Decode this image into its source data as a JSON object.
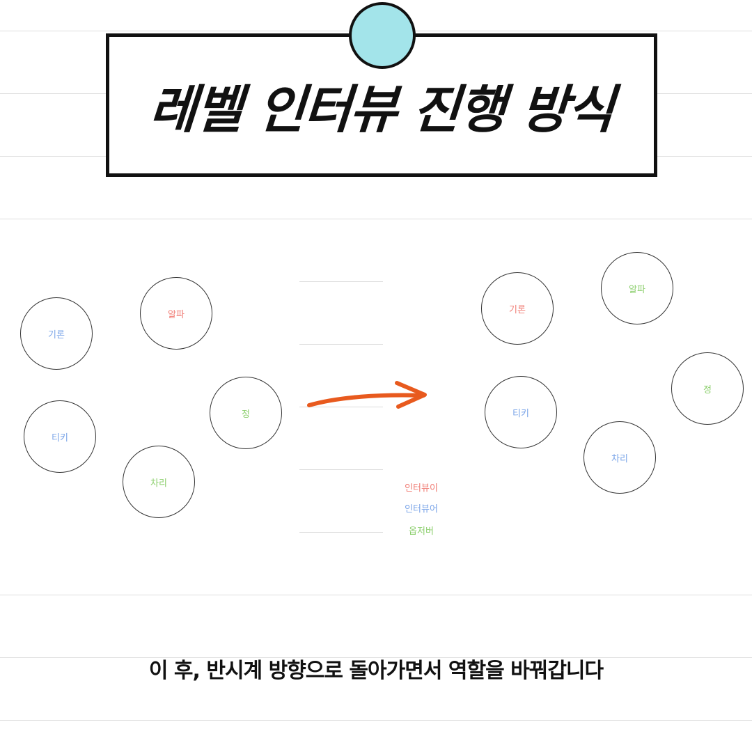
{
  "title": "레벨 인터뷰 진행 방식",
  "colors": {
    "interviewee": "#f07a72",
    "interviewer": "#7aa4e8",
    "observer": "#8ccf6d",
    "accent_dot": "#a3e4ea",
    "arrow": "#e85a1e"
  },
  "before": {
    "p1": {
      "name": "기론",
      "role": "interviewer"
    },
    "p2": {
      "name": "알파",
      "role": "interviewee"
    },
    "p3": {
      "name": "티키",
      "role": "interviewer"
    },
    "p4": {
      "name": "정",
      "role": "observer"
    },
    "p5": {
      "name": "차리",
      "role": "observer"
    }
  },
  "after": {
    "p1": {
      "name": "기론",
      "role": "interviewee"
    },
    "p2": {
      "name": "알파",
      "role": "observer"
    },
    "p3": {
      "name": "티키",
      "role": "interviewer"
    },
    "p4": {
      "name": "정",
      "role": "observer"
    },
    "p5": {
      "name": "차리",
      "role": "interviewer"
    }
  },
  "legend": {
    "interviewee": "인터뷰이",
    "interviewer": "인터뷰어",
    "observer": "옵저버"
  },
  "caption": "이 후, 반시계 방향으로 돌아가면서 역할을 바꿔갑니다"
}
